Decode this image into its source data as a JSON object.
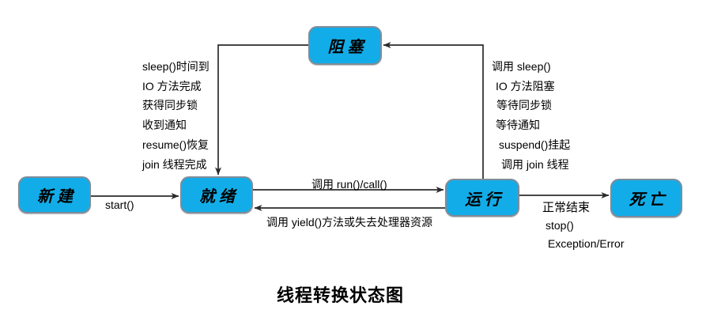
{
  "title": "线程转换状态图",
  "colors": {
    "box_fill": "#12ADE8",
    "box_border": "#7f8c99",
    "line": "#2b2b2b"
  },
  "states": {
    "new": "新建",
    "ready": "就绪",
    "blocked": "阻塞",
    "running": "运行",
    "dead": "死亡"
  },
  "transitions": {
    "new_to_ready": "start()",
    "ready_to_running": "调用 run()/call()",
    "running_to_ready": "调用 yield()方法或失去处理器资源",
    "running_to_dead": [
      "正常结束",
      "stop()",
      "Exception/Error"
    ]
  },
  "blocked_to_ready_reasons": [
    "sleep()时间到",
    "IO 方法完成",
    "获得同步锁",
    "收到通知",
    "resume()恢复",
    "join 线程完成"
  ],
  "running_to_blocked_reasons": [
    "调用 sleep()",
    "IO 方法阻塞",
    "等待同步锁",
    "等待通知",
    "suspend()挂起",
    "调用 join 线程"
  ]
}
